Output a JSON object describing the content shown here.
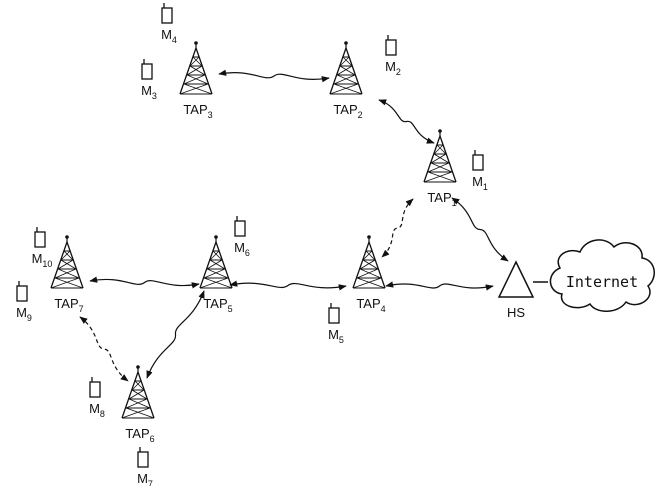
{
  "taps": [
    {
      "id": "TAP3",
      "base": "TAP",
      "sub": "3"
    },
    {
      "id": "TAP2",
      "base": "TAP",
      "sub": "2"
    },
    {
      "id": "TAP1",
      "base": "TAP",
      "sub": "1"
    },
    {
      "id": "TAP4",
      "base": "TAP",
      "sub": "4"
    },
    {
      "id": "TAP5",
      "base": "TAP",
      "sub": "5"
    },
    {
      "id": "TAP7",
      "base": "TAP",
      "sub": "7"
    },
    {
      "id": "TAP6",
      "base": "TAP",
      "sub": "6"
    }
  ],
  "mobiles": [
    {
      "id": "M4",
      "base": "M",
      "sub": "4"
    },
    {
      "id": "M3",
      "base": "M",
      "sub": "3"
    },
    {
      "id": "M2",
      "base": "M",
      "sub": "2"
    },
    {
      "id": "M1",
      "base": "M",
      "sub": "1"
    },
    {
      "id": "M6",
      "base": "M",
      "sub": "6"
    },
    {
      "id": "M10",
      "base": "M",
      "sub": "10"
    },
    {
      "id": "M9",
      "base": "M",
      "sub": "9"
    },
    {
      "id": "M5",
      "base": "M",
      "sub": "5"
    },
    {
      "id": "M8",
      "base": "M",
      "sub": "8"
    },
    {
      "id": "M7",
      "base": "M",
      "sub": "7"
    }
  ],
  "hotspot": {
    "label": "HS"
  },
  "cloud": {
    "label": "Internet"
  },
  "links": [
    {
      "from": "TAP3",
      "to": "TAP2",
      "style": "solid"
    },
    {
      "from": "TAP2",
      "to": "TAP1",
      "style": "solid"
    },
    {
      "from": "TAP1",
      "to": "HS",
      "style": "solid"
    },
    {
      "from": "TAP1",
      "to": "TAP4",
      "style": "dashed"
    },
    {
      "from": "TAP4",
      "to": "HS",
      "style": "solid"
    },
    {
      "from": "TAP5",
      "to": "TAP4",
      "style": "solid"
    },
    {
      "from": "TAP7",
      "to": "TAP5",
      "style": "solid"
    },
    {
      "from": "TAP5",
      "to": "TAP6",
      "style": "solid"
    },
    {
      "from": "TAP7",
      "to": "TAP6",
      "style": "dashed"
    }
  ]
}
